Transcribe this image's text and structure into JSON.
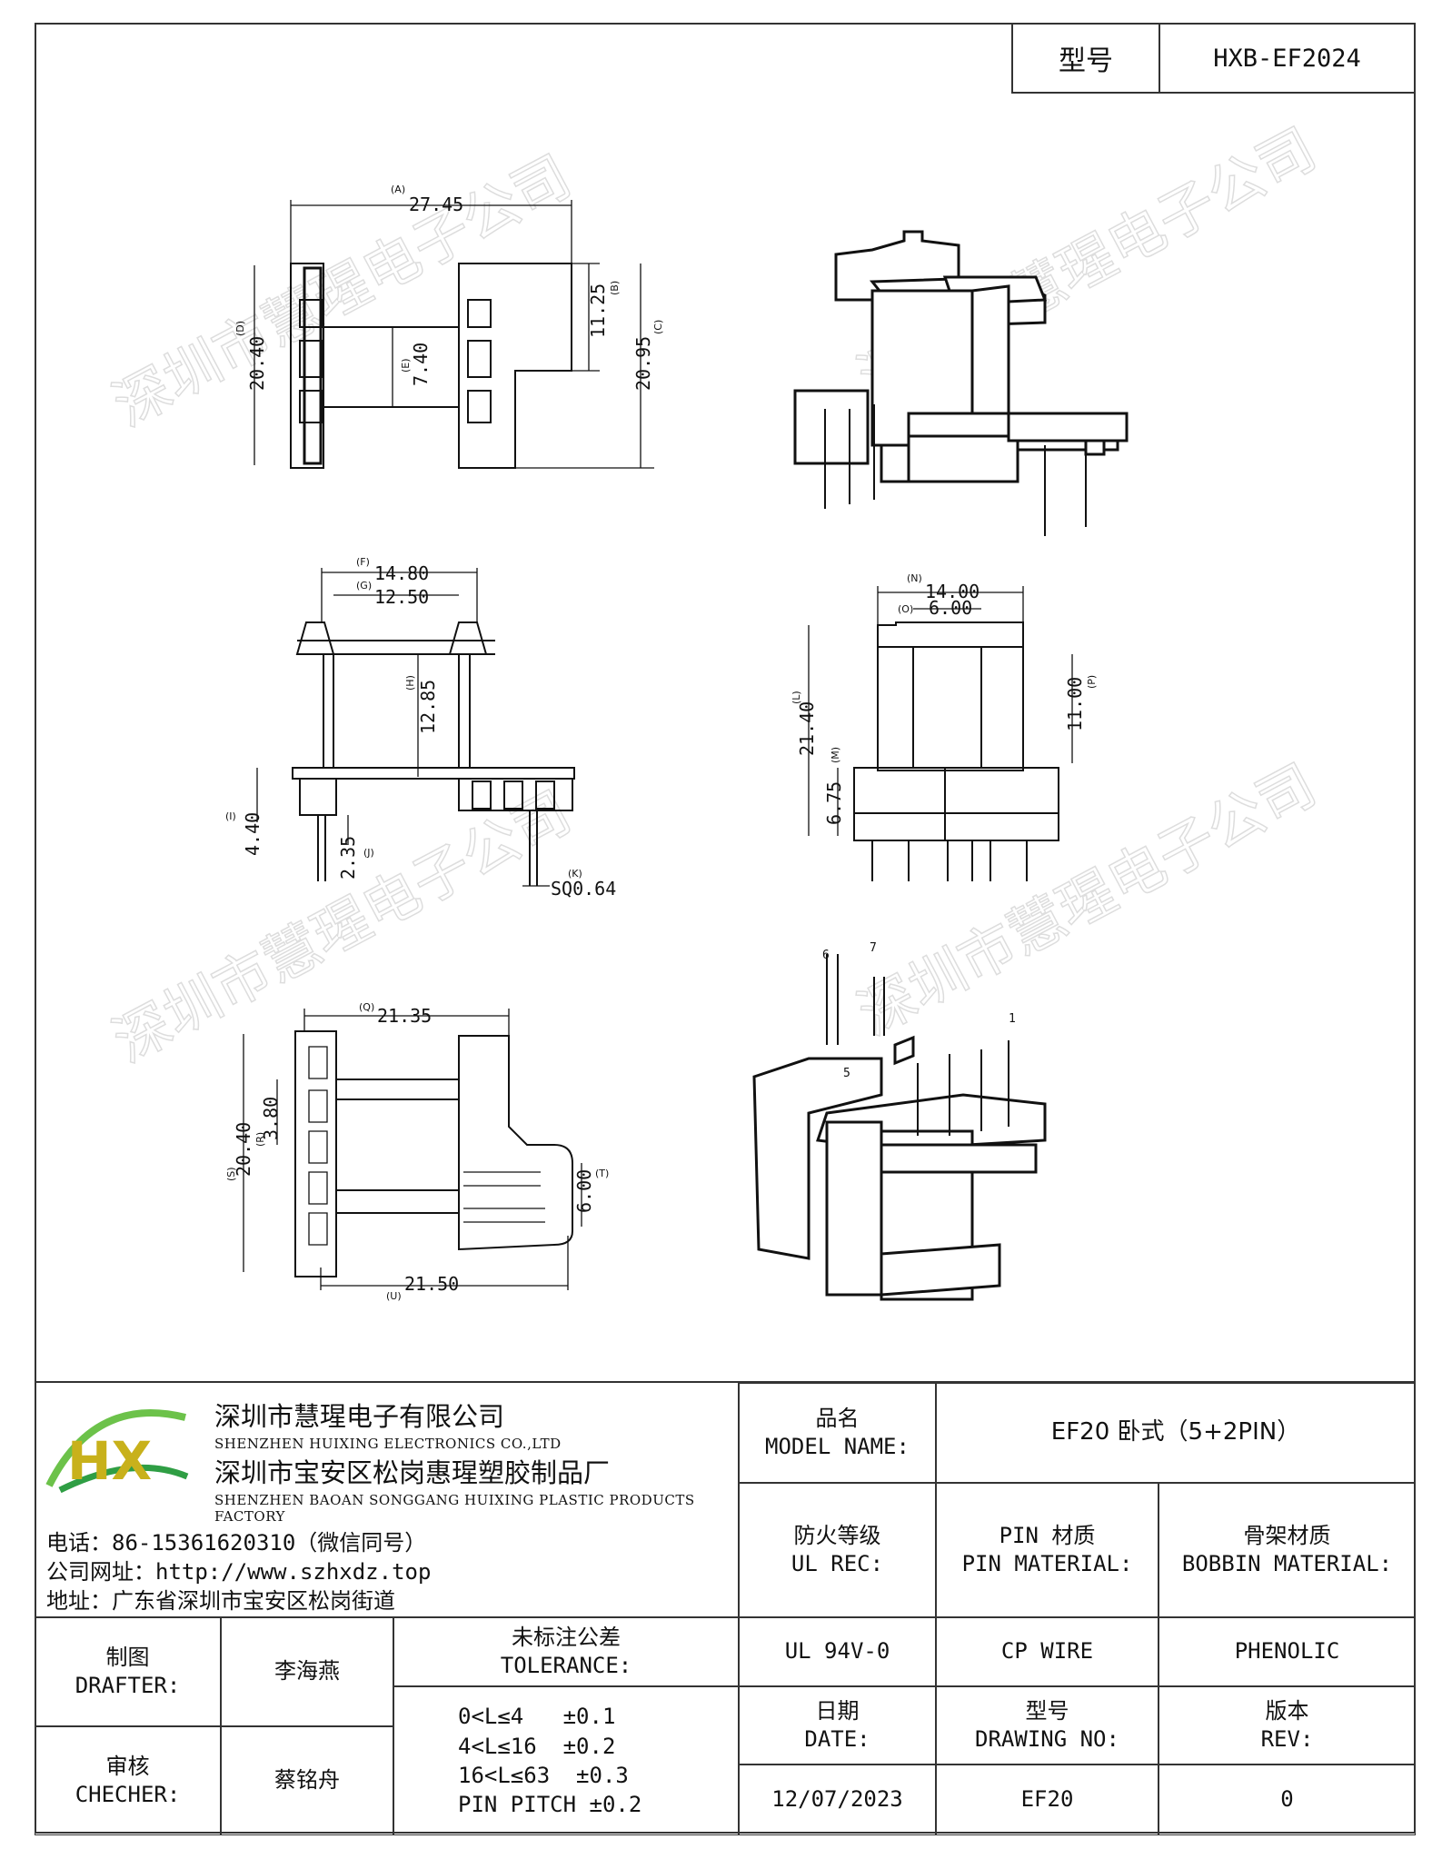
{
  "header": {
    "model_label": "型号",
    "model_value": "HXB-EF2024"
  },
  "watermark": "深圳市慧瑆电子公司",
  "dimensions": {
    "top_view": {
      "A_label": "(A)",
      "A": "27.45",
      "B_label": "(B)",
      "B": "11.25",
      "C_label": "(C)",
      "C": "20.95",
      "D_label": "(D)",
      "D": "20.40",
      "E_label": "(E)",
      "E": "7.40"
    },
    "front_view": {
      "F_label": "(F)",
      "F": "14.80",
      "G_label": "(G)",
      "G": "12.50",
      "H_label": "(H)",
      "H": "12.85",
      "I_label": "(I)",
      "I": "4.40",
      "J_label": "(J)",
      "J": "2.35",
      "K_label": "(K)",
      "K": "SQ0.64"
    },
    "side_view": {
      "N_label": "(N)",
      "N": "14.00",
      "O_label": "(O)",
      "O": "6.00",
      "L_label": "(L)",
      "L": "21.40",
      "P_label": "(P)",
      "P": "11.00",
      "M_label": "(M)",
      "M": "6.75"
    },
    "bottom_view": {
      "Q_label": "(Q)",
      "Q": "21.35",
      "S_label": "(S)",
      "S": "20.40",
      "R_label": "(R)",
      "R": "3.80",
      "T_label": "(T)",
      "T": "6.00",
      "U_label": "(U)",
      "U": "21.50"
    },
    "pins": {
      "p6": "6",
      "p7": "7",
      "p1": "1",
      "p5": "5"
    }
  },
  "title_block": {
    "company_cn_1": "深圳市慧瑆电子有限公司",
    "company_en_1": "SHENZHEN HUIXING ELECTRONICS CO.,LTD",
    "company_cn_2": "深圳市宝安区松岗惠瑆塑胶制品厂",
    "company_en_2": "SHENZHEN BAOAN SONGGANG HUIXING PLASTIC PRODUCTS FACTORY",
    "phone": "电话：86-15361620310（微信同号）",
    "website": "公司网址：http://www.szhxdz.top",
    "address": "地址：广东省深圳市宝安区松岗街道",
    "logo_text": "HX",
    "model_name_cn": "品名",
    "model_name_en": "MODEL NAME:",
    "model_name_value": "EF20 卧式（5+2PIN）",
    "ul_rec_cn": "防火等级",
    "ul_rec_en": "UL REC:",
    "pin_mat_cn": "PIN 材质",
    "pin_mat_en": "PIN MATERIAL:",
    "bobbin_mat_cn": "骨架材质",
    "bobbin_mat_en": "BOBBIN MATERIAL:",
    "ul_value": "UL 94V-0",
    "pin_value": "CP WIRE",
    "bobbin_value": "PHENOLIC",
    "drafter_cn": "制图",
    "drafter_en": "DRAFTER:",
    "drafter_name": "李海燕",
    "checker_cn": "审核",
    "checker_en": "CHECHER:",
    "checker_name": "蔡铭舟",
    "tolerance_cn": "未标注公差",
    "tolerance_en": "TOLERANCE:",
    "tolerances": [
      "0<L≤4   ±0.1",
      "4<L≤16  ±0.2",
      "16<L≤63  ±0.3",
      "PIN PITCH ±0.2"
    ],
    "date_cn": "日期",
    "date_en": "DATE:",
    "drawing_no_cn": "型号",
    "drawing_no_en": "DRAWING NO:",
    "rev_cn": "版本",
    "rev_en": "REV:",
    "date_value": "12/07/2023",
    "drawing_no_value": "EF20",
    "rev_value": "0"
  }
}
